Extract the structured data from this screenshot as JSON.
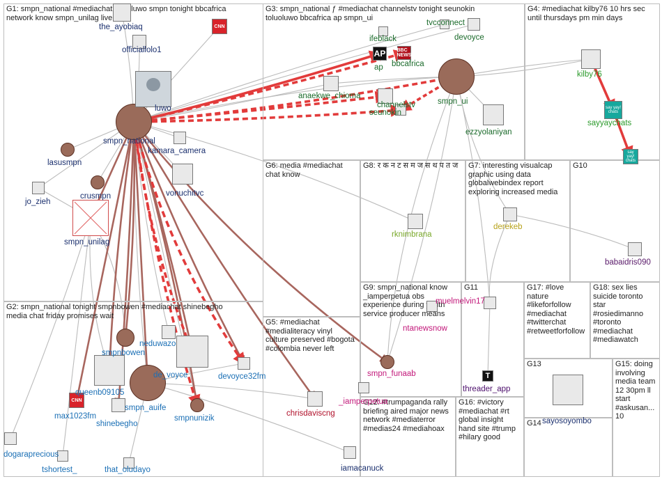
{
  "groups": [
    {
      "id": "G1",
      "title": "G1: smpn_national #mediachat toluoluwo smpn tonight bbcafrica\nnetwork know smpn_unilag live"
    },
    {
      "id": "G2",
      "title": "G2: smpn_national tonight smpnbowen #mediachat shinebegho\nmedia chat friday promises wait"
    },
    {
      "id": "G3",
      "title": "G3: smpn_national ƒ #mediachat channelstv tonight seunokin\ntoluoluwo bbcafrica ap smpn_ui"
    },
    {
      "id": "G4",
      "title": "G4: #mediachat kilby76 10 hrs sec\nuntil thursdays pm min days"
    },
    {
      "id": "G5",
      "title": "G5: #mediachat\n#medialiteracy vinyl\nculture preserved #bogota\n#colombia never left"
    },
    {
      "id": "G6",
      "title": "G6: media #mediachat\nchat know"
    },
    {
      "id": "G7",
      "title": "G7: interesting visualcap\ngraphic using data\nglobalwebindex report\nexploring increased media"
    },
    {
      "id": "G8",
      "title": "G8: र क न ट स म ज स थ प त ज"
    },
    {
      "id": "G9",
      "title": "G9: smpn_national know\n_iamperpetua obs\nexperience during youth\nservice producer means"
    },
    {
      "id": "G10",
      "title": "G10"
    },
    {
      "id": "G11",
      "title": "G11"
    },
    {
      "id": "G12",
      "title": "G12: #trumpaganda rally\nbriefing aired major news\nnetwork #mediaterror\n#medias24 #mediahoax"
    },
    {
      "id": "G13",
      "title": "G13"
    },
    {
      "id": "G14",
      "title": "G14"
    },
    {
      "id": "G15",
      "title": "G15: doing\ninvolving\nmedia team\n12 30pm ll\nstart\n#askusan...\n10"
    },
    {
      "id": "G16",
      "title": "G16: #victory\n#mediachat #rt\nglobal insight\nhand site #trump\n#hilary good"
    },
    {
      "id": "G17",
      "title": "G17: #love nature\n#likeforfollow\n#mediachat\n#twitterchat\n#retweetforfollow"
    },
    {
      "id": "G18",
      "title": "G18: sex lies\nsuicide toronto\nstar\n#rosiedimanno\n#toronto\n#mediachat\n#mediawatch"
    }
  ],
  "labels": {
    "the_ayobiaq": "the_ayobiaq",
    "officiallolo1": "officiallolo1",
    "luwo": "luwo",
    "smpn_national": "smpn_national",
    "kamara_camera": "kamara_camera",
    "lasusmpn": "lasusmpn",
    "jo_zieh": "jo_zieh",
    "crusmpn": "crusmpn",
    "vonuchitvc": "vonuchitvc",
    "smpn_unilag": "smpn_unilag",
    "ifeblack": "ifeblack",
    "tvcconnect": "tvcconnect",
    "devoyce": "devoyce",
    "ap": "ap",
    "bbcafrica": "bbcafrica",
    "anaekwe_chioma": "anaekwe_chioma",
    "seunokin": "seunokin",
    "smpn_ui": "smpn_ui",
    "channelstv": "channelstv",
    "ezzyolaniyan": "ezzyolaniyan",
    "kilby76": "kilby76",
    "sayyaychats": "sayyaychats",
    "rknimbrana": "rknimbrana",
    "derekeb": "derekeb",
    "babaidris090": "babaidris090",
    "muelmelvin17": "muelmelvin17",
    "ntanewsnow": "ntanewsnow",
    "threader_app": "threader_app",
    "sayosoyombo": "sayosoyombo",
    "neduwazo": "neduwazo",
    "smpnbowen": "smpnbowen",
    "de_voyce": "de_voyce",
    "devoyce32fm": "devoyce32fm",
    "queenb09105": "queenb09105",
    "smpn_auife": "smpn_auife",
    "smpnunizik": "smpnunizik",
    "max1023fm": "max1023fm",
    "shinebegho": "shinebegho",
    "dogaraprecious": "dogaraprecious",
    "tshortest_": "tshortest_",
    "that_oludayo": "that_oludayo",
    "smpn_funaab": "smpn_funaab",
    "_iamperpetua": "_iamperpetua",
    "chrisdaviscng": "chrisdaviscng",
    "iamacanuck": "iamacanuck"
  },
  "badges": {
    "ap": "AP",
    "bbc": "BBC NEWS",
    "sayyay": "say yay! chats",
    "cnn": "CNN",
    "threads": "T"
  },
  "colors": {
    "group_border": "#bdbdbd",
    "edge_gray": "#bbbbbb",
    "edge_red": "#e23b3b",
    "edge_brown": "#a8665e",
    "label_g1": "#1a2f6e",
    "label_g2": "#1a6fb5",
    "label_g3": "#1a6a2a",
    "label_g4": "#2b9a2b",
    "label_g7": "#b7a21a",
    "label_g8": "#7aa82a",
    "label_g9": "#c2187a",
    "label_g5": "#b0102a",
    "label_g10": "#5a1a6a",
    "label_g11": "#4b0d6b",
    "label_g13": "#1a2f6e"
  }
}
